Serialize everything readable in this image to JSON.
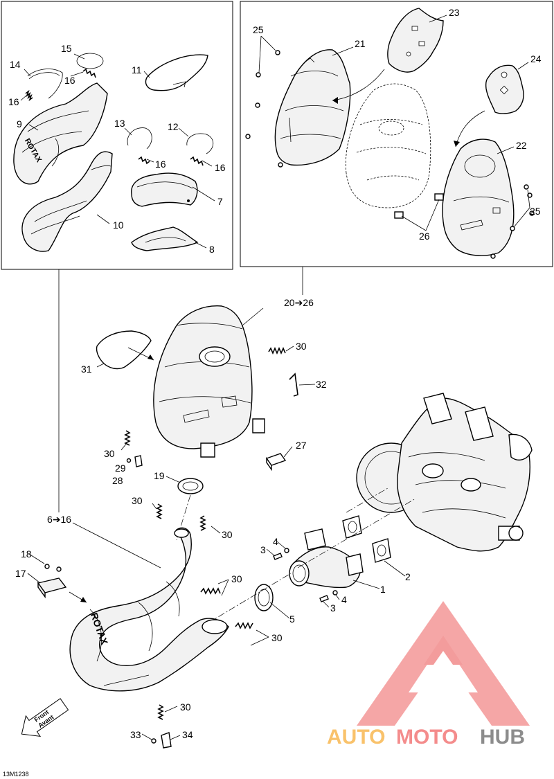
{
  "diagram_code": "13M1238",
  "callouts": {
    "c1": "1",
    "c2": "2",
    "c3a": "3",
    "c3b": "3",
    "c4a": "4",
    "c4b": "4",
    "c5": "5",
    "c6_16": "6➔16",
    "c7": "7",
    "c8": "8",
    "c9": "9",
    "c10": "10",
    "c11": "11",
    "c12": "12",
    "c13": "13",
    "c14": "14",
    "c15": "15",
    "c16a": "16",
    "c16b": "16",
    "c16c": "16",
    "c16d": "16",
    "c17": "17",
    "c18": "18",
    "c19": "19",
    "c20_26": "20➔26",
    "c21": "21",
    "c22": "22",
    "c23": "23",
    "c24": "24",
    "c25a": "25",
    "c25b": "25",
    "c26": "26",
    "c27": "27",
    "c28": "28",
    "c29": "29",
    "c30a": "30",
    "c30b": "30",
    "c30c": "30",
    "c30d": "30",
    "c30e": "30",
    "c30f": "30",
    "c30g": "30",
    "c31": "31",
    "c32": "32",
    "c33": "33",
    "c34": "34"
  },
  "front_arrow": {
    "line1": "Front",
    "line2": "Avant"
  },
  "rotax_mark": "ROTAX",
  "watermark": {
    "part1": "AUTO",
    "part2": "MOTO",
    "part3": "HUB"
  }
}
